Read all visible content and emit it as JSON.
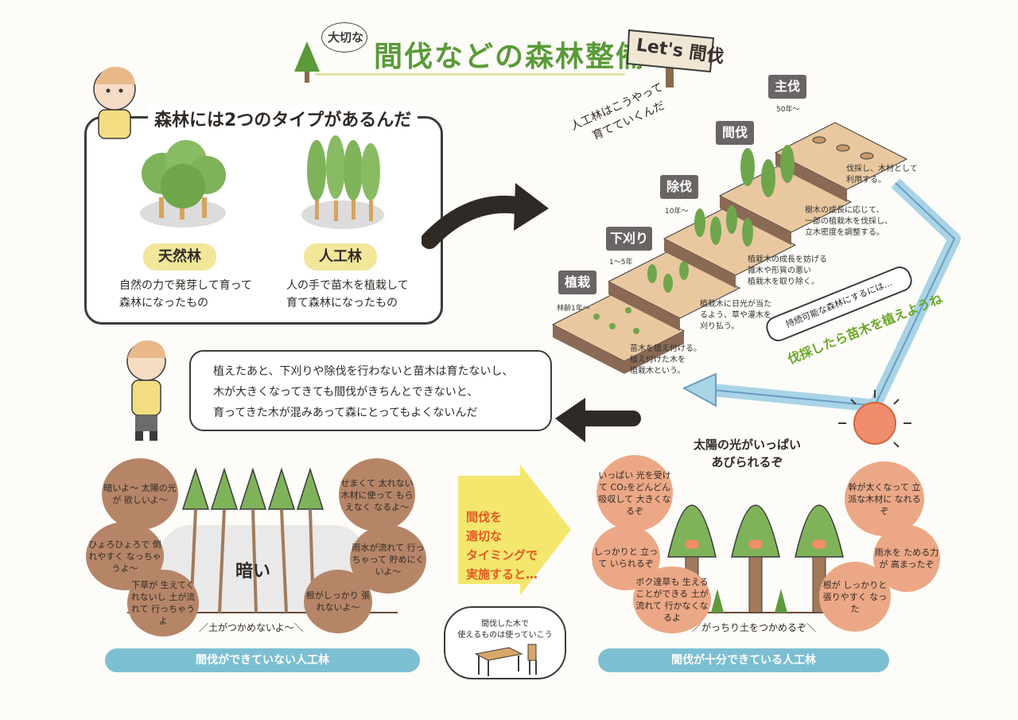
{
  "header": {
    "small_label": "大切な",
    "title": "間伐などの森林整備",
    "sign_label": "Let's 間伐"
  },
  "forest_types": {
    "heading": "森林には2つのタイプがあるんだ",
    "natural": {
      "label": "天然林",
      "desc_line1": "自然の力で発芽して育って",
      "desc_line2": "森林になったもの"
    },
    "artificial": {
      "label": "人工林",
      "desc_line1": "人の手で苗木を植栽して",
      "desc_line2": "育て森林になったもの"
    }
  },
  "process": {
    "bubble_line1": "人工林はこうやって",
    "bubble_line2": "育てていくんだ",
    "stages": [
      {
        "label": "植栽",
        "age": "林齢1年〜"
      },
      {
        "label": "下刈り",
        "age": "1〜5年"
      },
      {
        "label": "除伐",
        "age": "10年〜"
      },
      {
        "label": "間伐",
        "age": ""
      },
      {
        "label": "主伐",
        "age": "50年〜"
      }
    ],
    "notes": {
      "planting": [
        "苗木を植え付ける。",
        "植え付けた木を",
        "植栽木という。"
      ],
      "weeding": [
        "植栽木に日光が当た",
        "るよう、草や灌木を",
        "刈り払う。"
      ],
      "cleaning": [
        "植栽木の成長を妨げる",
        "雑木や形質の悪い",
        "植栽木を取り除く。"
      ],
      "thinning": [
        "樹木の成長に応じて、",
        "一部の植栽木を伐採し、",
        "立木密度を調整する。"
      ],
      "harvest": [
        "伐採し、木材として",
        "利用する。"
      ]
    },
    "sustain_bubble": "持続可能な森林にするには…",
    "replant_slogan": "伐採したら苗木を植えようね"
  },
  "explanation": {
    "line1": "植えたあと、下刈りや除伐を行わないと苗木は育たないし、",
    "line2": "木が大きくなってきても間伐がきちんとできないと、",
    "line3": "育ってきた木が混みあって森にとってもよくないんだ"
  },
  "bad_forest": {
    "dark_label": "暗い",
    "circles": [
      {
        "text": "暗いよ〜 太陽の光が 欲しいよ〜"
      },
      {
        "text": "ひょろひょろで 倒れやすく なっちゃうよ〜"
      },
      {
        "text": "下草が 生えてくれないし 土が流れて 行っちゃうよ"
      },
      {
        "text": "せまくて 太れない 木材に使って もらえなく なるよ〜"
      },
      {
        "text": "雨水が流れて 行っちゃって 貯めにくいよ〜"
      },
      {
        "text": "根がしっかり 張れないよ〜"
      }
    ],
    "ground_caption": "／土がつかめないよ〜＼",
    "banner": "間伐ができていない人工林"
  },
  "middle": {
    "line1": "間伐を",
    "line2": "適切な",
    "line3": "タイミングで",
    "line4": "実施すると…",
    "cloud_line1": "間伐した木で",
    "cloud_line2": "使えるものは使っていこう"
  },
  "good_forest": {
    "sun_caption_line1": "太陽の光がいっぱい",
    "sun_caption_line2": "あびられるぞ",
    "circles": [
      {
        "text": "いっぱい 光を受けて CO₂をどんどん 吸収して 大きくなるぞ"
      },
      {
        "text": "しっかりと 立って いられるぞ"
      },
      {
        "text": "ボク達草も 生えることができる 土が流れて 行かなくなるよ"
      },
      {
        "text": "幹が太くなって 立派な木材に なれるぞ"
      },
      {
        "text": "雨水を ためる力が 高まったぞ"
      },
      {
        "text": "根が しっかりと 張りやすく なった"
      }
    ],
    "ground_caption": "／がっちり土をつかめるぞ＼",
    "banner": "間伐が十分できている人工林"
  },
  "colors": {
    "title_green": "#5a9a38",
    "tree_green": "#7fb35a",
    "pill_yellow": "#f1e69a",
    "banner_blue": "#7dbfd2",
    "circle_brown": "#b68568",
    "circle_orange": "#eca886",
    "accent_orange": "#e55a1f",
    "slogan_green": "#6aa82a"
  }
}
